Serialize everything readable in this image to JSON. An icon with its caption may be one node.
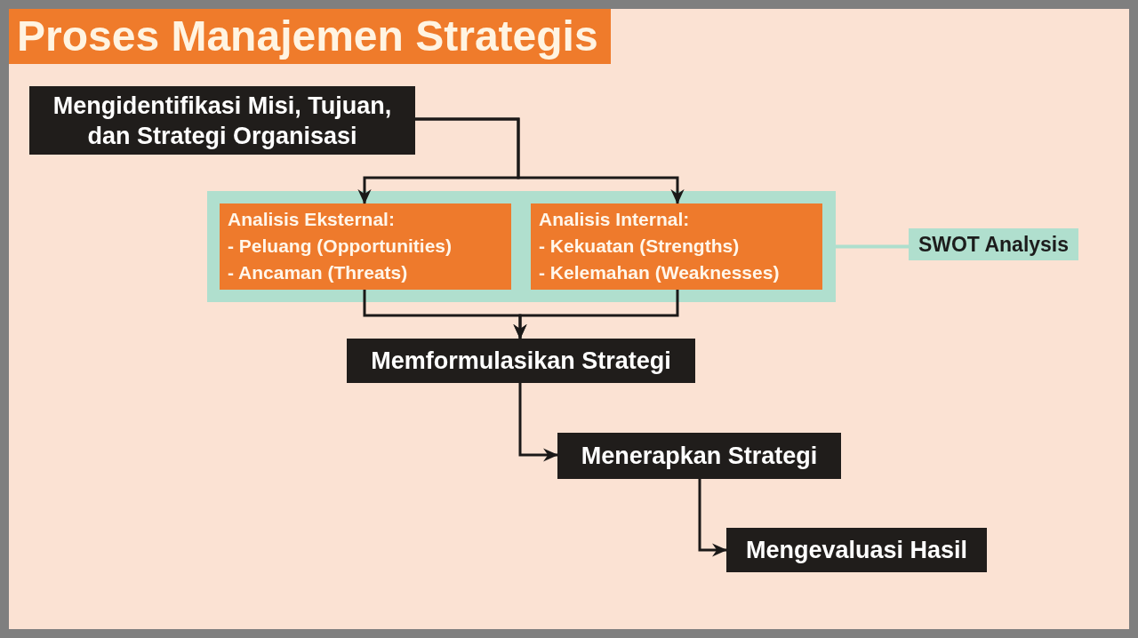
{
  "diagram": {
    "title": "Proses Manajemen Strategis",
    "nodes": [
      {
        "text": [
          "Mengidentifikasi Misi, Tujuan, dan Strategi Organisasi"
        ]
      },
      {
        "text": [],
        "shape": "box"
      },
      {
        "text": [
          "Analisis Eksternal:",
          "- Peluang (Opportunities)",
          "- Ancaman (Threats)"
        ],
        "in": 1
      },
      {
        "text": [
          "Analisis Internal:",
          "- Kekuatan (Strengths)",
          "- Kelemahan (Weaknesses)"
        ],
        "in": 1
      },
      {
        "text": [
          "SWOT Analysis"
        ]
      },
      {
        "text": [
          "Memformulasikan Strategi"
        ]
      },
      {
        "text": [
          "Menerapkan Strategi"
        ]
      },
      {
        "text": [
          "Mengevaluasi Hasil"
        ]
      }
    ],
    "edges": [
      {
        "from": 0,
        "to": 2,
        "arrow": "to"
      },
      {
        "from": 0,
        "to": 3,
        "arrow": "to"
      },
      {
        "from": 2,
        "to": 5,
        "arrow": "to"
      },
      {
        "from": 3,
        "to": 5,
        "arrow": "to"
      },
      {
        "from": 1,
        "to": 4,
        "arrow": "none",
        "color": "#addfcd"
      },
      {
        "from": 5,
        "to": 6,
        "arrow": "to"
      },
      {
        "from": 6,
        "to": 7,
        "arrow": "to"
      }
    ]
  }
}
